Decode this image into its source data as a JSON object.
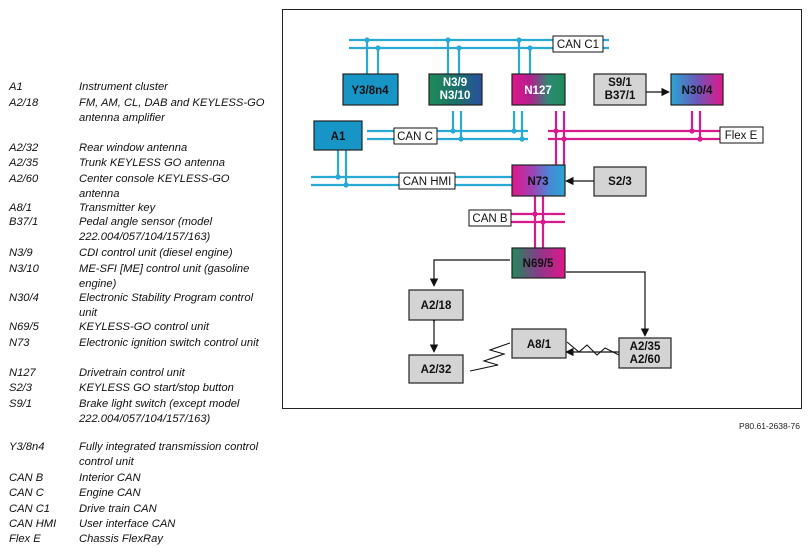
{
  "legend": [
    {
      "code": "A1",
      "desc": "Instrument cluster"
    },
    {
      "code": "A2/18",
      "desc": "FM, AM, CL, DAB and KEYLESS-GO antenna amplifier"
    },
    {
      "code": "A2/32",
      "desc": "Rear window antenna"
    },
    {
      "code": "A2/35",
      "desc": "Trunk KEYLESS GO antenna"
    },
    {
      "code": "A2/60",
      "desc": "Center console KEYLESS-GO antenna"
    },
    {
      "code": "A8/1",
      "desc": "Transmitter key"
    },
    {
      "code": "B37/1",
      "desc": "Pedal angle sensor (model 222.004/057/104/157/163)"
    },
    {
      "code": "N3/9",
      "desc": "CDI control unit (diesel engine)"
    },
    {
      "code": "N3/10",
      "desc": "ME-SFI [ME] control unit (gasoline engine)"
    },
    {
      "code": "N30/4",
      "desc": "Electronic Stability Program control unit"
    },
    {
      "code": "N69/5",
      "desc": "KEYLESS-GO control unit"
    },
    {
      "code": "N73",
      "desc": "Electronic ignition switch control unit"
    },
    {
      "code": "N127",
      "desc": "Drivetrain control unit"
    },
    {
      "code": "S2/3",
      "desc": "KEYLESS GO start/stop button"
    },
    {
      "code": "S9/1",
      "desc": "Brake light switch (except model 222.004/057/104/157/163)"
    },
    {
      "code": "Y3/8n4",
      "desc": "Fully integrated transmission control control unit"
    },
    {
      "code": "CAN B",
      "desc": "Interior CAN"
    },
    {
      "code": "CAN C",
      "desc": "Engine CAN"
    },
    {
      "code": "CAN C1",
      "desc": "Drive train CAN"
    },
    {
      "code": "CAN HMI",
      "desc": "User interface CAN"
    },
    {
      "code": "Flex E",
      "desc": "Chassis FlexRay"
    }
  ],
  "diagram": {
    "buses": {
      "can_c1": "CAN C1",
      "can_c": "CAN C",
      "can_hmi": "CAN HMI",
      "can_b": "CAN B",
      "flex_e": "Flex E"
    },
    "modules": {
      "y3": "Y3/8n4",
      "n3_line1": "N3/9",
      "n3_line2": "N3/10",
      "n127": "N127",
      "s9_line1": "S9/1",
      "s9_line2": "B37/1",
      "n30": "N30/4",
      "a1": "A1",
      "n73": "N73",
      "s23": "S2/3",
      "n69": "N69/5",
      "a218": "A2/18",
      "a81": "A8/1",
      "a235": "A2/35",
      "a260": "A2/60",
      "a232": "A2/32"
    },
    "colors": {
      "can_blue": "#29a9d6",
      "flexray_magenta": "#d81b8c",
      "module_grey": "#d4d4d4",
      "a1_blue": "#1795c6"
    }
  },
  "reference": "P80.61-2638-76"
}
